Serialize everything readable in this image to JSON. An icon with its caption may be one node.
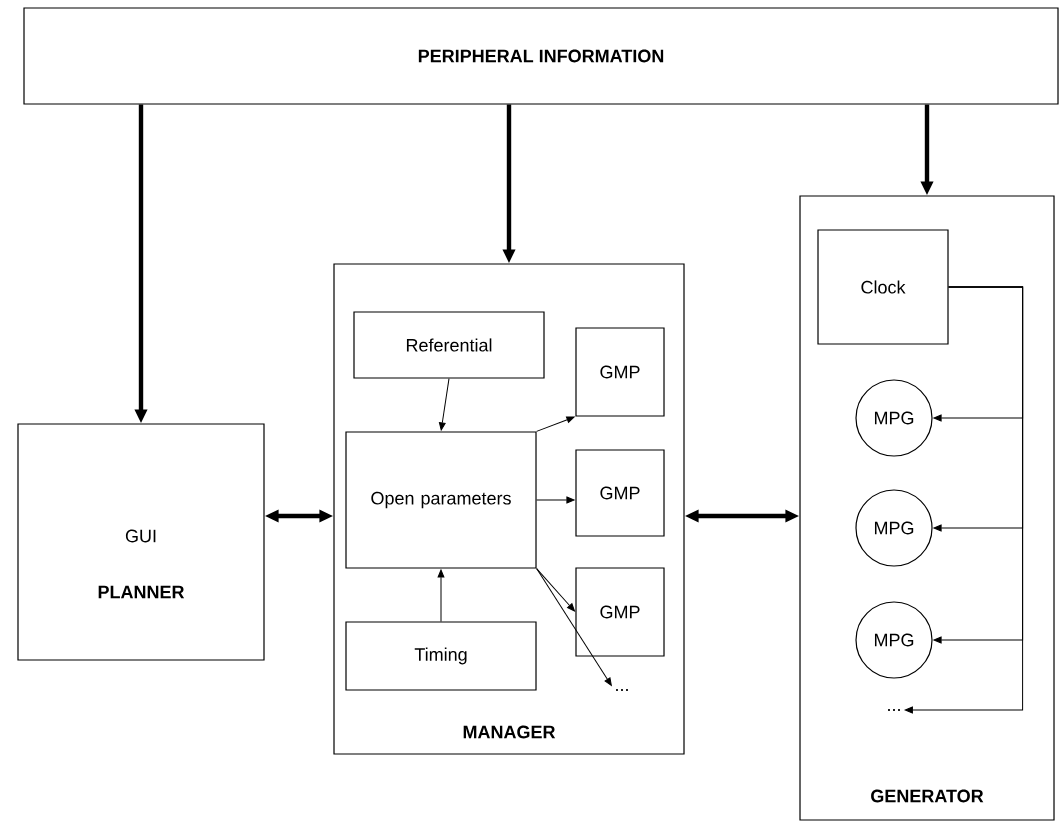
{
  "diagram": {
    "nodes": [
      {
        "text": [
          "PERIPHERAL INFORMATION"
        ]
      },
      {
        "text": [
          "GUI",
          "PLANNER"
        ]
      },
      {
        "text": [
          "MANAGER"
        ]
      },
      {
        "text": [
          "Referential"
        ],
        "in": 2
      },
      {
        "text": [
          "Open parameters"
        ],
        "in": 2
      },
      {
        "text": [
          "Timing"
        ],
        "in": 2
      },
      {
        "text": [
          "GMP"
        ],
        "in": 2
      },
      {
        "text": [
          "GMP"
        ],
        "in": 2
      },
      {
        "text": [
          "GMP"
        ],
        "in": 2
      },
      {
        "text": [
          "..."
        ],
        "in": 2
      },
      {
        "text": [
          "GENERATOR"
        ]
      },
      {
        "text": [
          "Clock"
        ],
        "in": 10
      },
      {
        "text": [
          "MPG"
        ],
        "in": 10
      },
      {
        "text": [
          "MPG"
        ],
        "in": 10
      },
      {
        "text": [
          "MPG"
        ],
        "in": 10
      },
      {
        "text": [
          "..."
        ],
        "in": 10
      }
    ],
    "edges": [
      {
        "from": 0,
        "to": 1,
        "arrow": "to",
        "style": "thick"
      },
      {
        "from": 0,
        "to": 2,
        "arrow": "to",
        "style": "thick"
      },
      {
        "from": 0,
        "to": 10,
        "arrow": "to",
        "style": "thick"
      },
      {
        "from": 1,
        "to": 2,
        "arrow": "both",
        "style": "thick"
      },
      {
        "from": 2,
        "to": 10,
        "arrow": "both",
        "style": "thick"
      },
      {
        "from": 3,
        "to": 4,
        "arrow": "to"
      },
      {
        "from": 5,
        "to": 4,
        "arrow": "to"
      },
      {
        "from": 4,
        "to": 6,
        "arrow": "to"
      },
      {
        "from": 4,
        "to": 7,
        "arrow": "to"
      },
      {
        "from": 4,
        "to": 8,
        "arrow": "to"
      },
      {
        "from": 4,
        "to": 9,
        "arrow": "to"
      },
      {
        "from": 11,
        "to": 12,
        "arrow": "to"
      },
      {
        "from": 11,
        "to": 13,
        "arrow": "to"
      },
      {
        "from": 11,
        "to": 14,
        "arrow": "to"
      },
      {
        "from": 11,
        "to": 15,
        "arrow": "to"
      }
    ]
  }
}
